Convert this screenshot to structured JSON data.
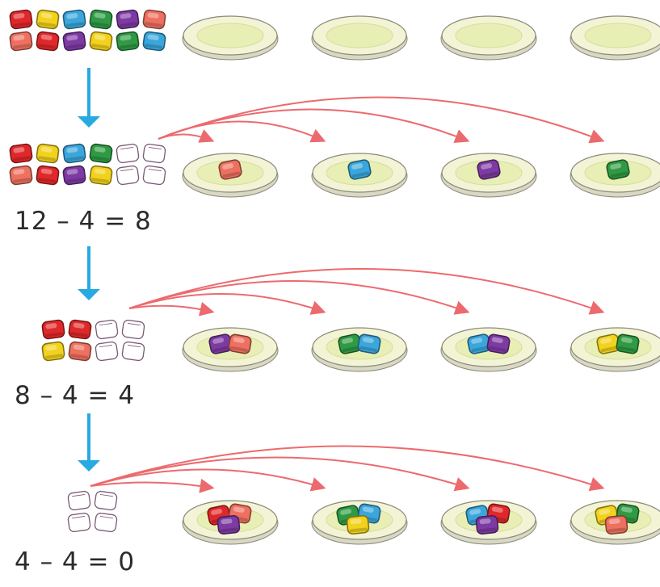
{
  "colors": {
    "red": "#e0282a",
    "salmon": "#ee7060",
    "yellow": "#f2d21c",
    "blue": "#3aa6dc",
    "green": "#2f9a44",
    "purple": "#7d3aa3",
    "empty": "#ffffff",
    "plate_rim": "#f3f3d6",
    "plate_center": "#e8efb4",
    "plate_outline": "#8a8a78",
    "down_arrow": "#29a9e1",
    "share_arrow": "#ec6a6e"
  },
  "steps": [
    {
      "pile": [
        "red",
        "yellow",
        "blue",
        "green",
        "purple",
        "salmon",
        "salmon",
        "red",
        "purple",
        "yellow",
        "green",
        "blue"
      ],
      "plates": [
        [],
        [],
        [],
        []
      ],
      "equation": ""
    },
    {
      "pile": [
        "red",
        "yellow",
        "blue",
        "green",
        "empty",
        "empty",
        "salmon",
        "red",
        "purple",
        "yellow",
        "empty",
        "empty"
      ],
      "plates": [
        [
          "salmon"
        ],
        [
          "blue"
        ],
        [
          "purple"
        ],
        [
          "green"
        ]
      ],
      "equation": "12 – 4 = 8"
    },
    {
      "pile": [
        "red",
        "red",
        "empty",
        "empty",
        "yellow",
        "salmon",
        "empty",
        "empty"
      ],
      "plates": [
        [
          "purple",
          "salmon"
        ],
        [
          "green",
          "blue"
        ],
        [
          "blue",
          "purple"
        ],
        [
          "yellow",
          "green"
        ]
      ],
      "equation": "8 – 4 = 4"
    },
    {
      "pile": [
        "empty",
        "empty",
        "empty",
        "empty"
      ],
      "plates": [
        [
          "red",
          "salmon",
          "purple"
        ],
        [
          "green",
          "blue",
          "yellow"
        ],
        [
          "blue",
          "red",
          "purple"
        ],
        [
          "yellow",
          "green",
          "salmon"
        ]
      ],
      "equation": "4 – 4 = 0"
    }
  ]
}
